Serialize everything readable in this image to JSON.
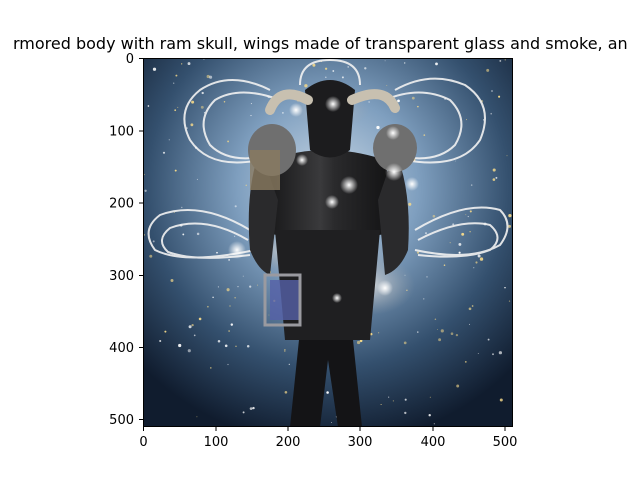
{
  "figure": {
    "title": "rmored body with ram skull,  wings made of transparent glass and smoke,  an"
  },
  "image": {
    "subject": "armored figure with ram skull and glass-and-smoke wings on starry nebula background",
    "colors": {
      "space_dark": "#101c2e",
      "nebula_blue": "#7f9fbf",
      "armor_dark": "#1a1a1c",
      "armor_highlight": "#8a8a8a",
      "horn": "#c8c0b0",
      "smoke": "#bfc3c6",
      "wing_line": "#f2f2f2",
      "glow": "#ffffff"
    }
  },
  "axes": {
    "x_ticks": [
      "0",
      "100",
      "200",
      "300",
      "400",
      "500"
    ],
    "y_ticks": [
      "0",
      "100",
      "200",
      "300",
      "400",
      "500"
    ]
  }
}
